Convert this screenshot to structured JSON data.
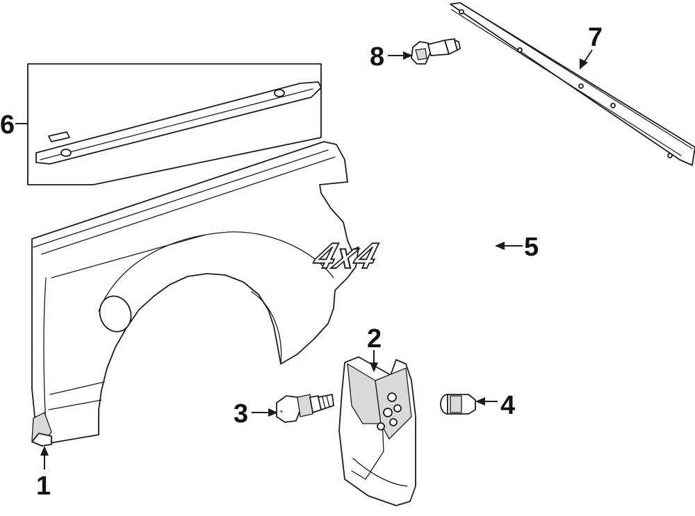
{
  "diagram": {
    "callouts": [
      {
        "id": "1",
        "label": "1"
      },
      {
        "id": "2",
        "label": "2"
      },
      {
        "id": "3",
        "label": "3"
      },
      {
        "id": "4",
        "label": "4"
      },
      {
        "id": "5",
        "label": "5"
      },
      {
        "id": "6",
        "label": "6"
      },
      {
        "id": "7",
        "label": "7"
      },
      {
        "id": "8",
        "label": "8"
      }
    ],
    "emblem": {
      "text": "4x4"
    }
  }
}
